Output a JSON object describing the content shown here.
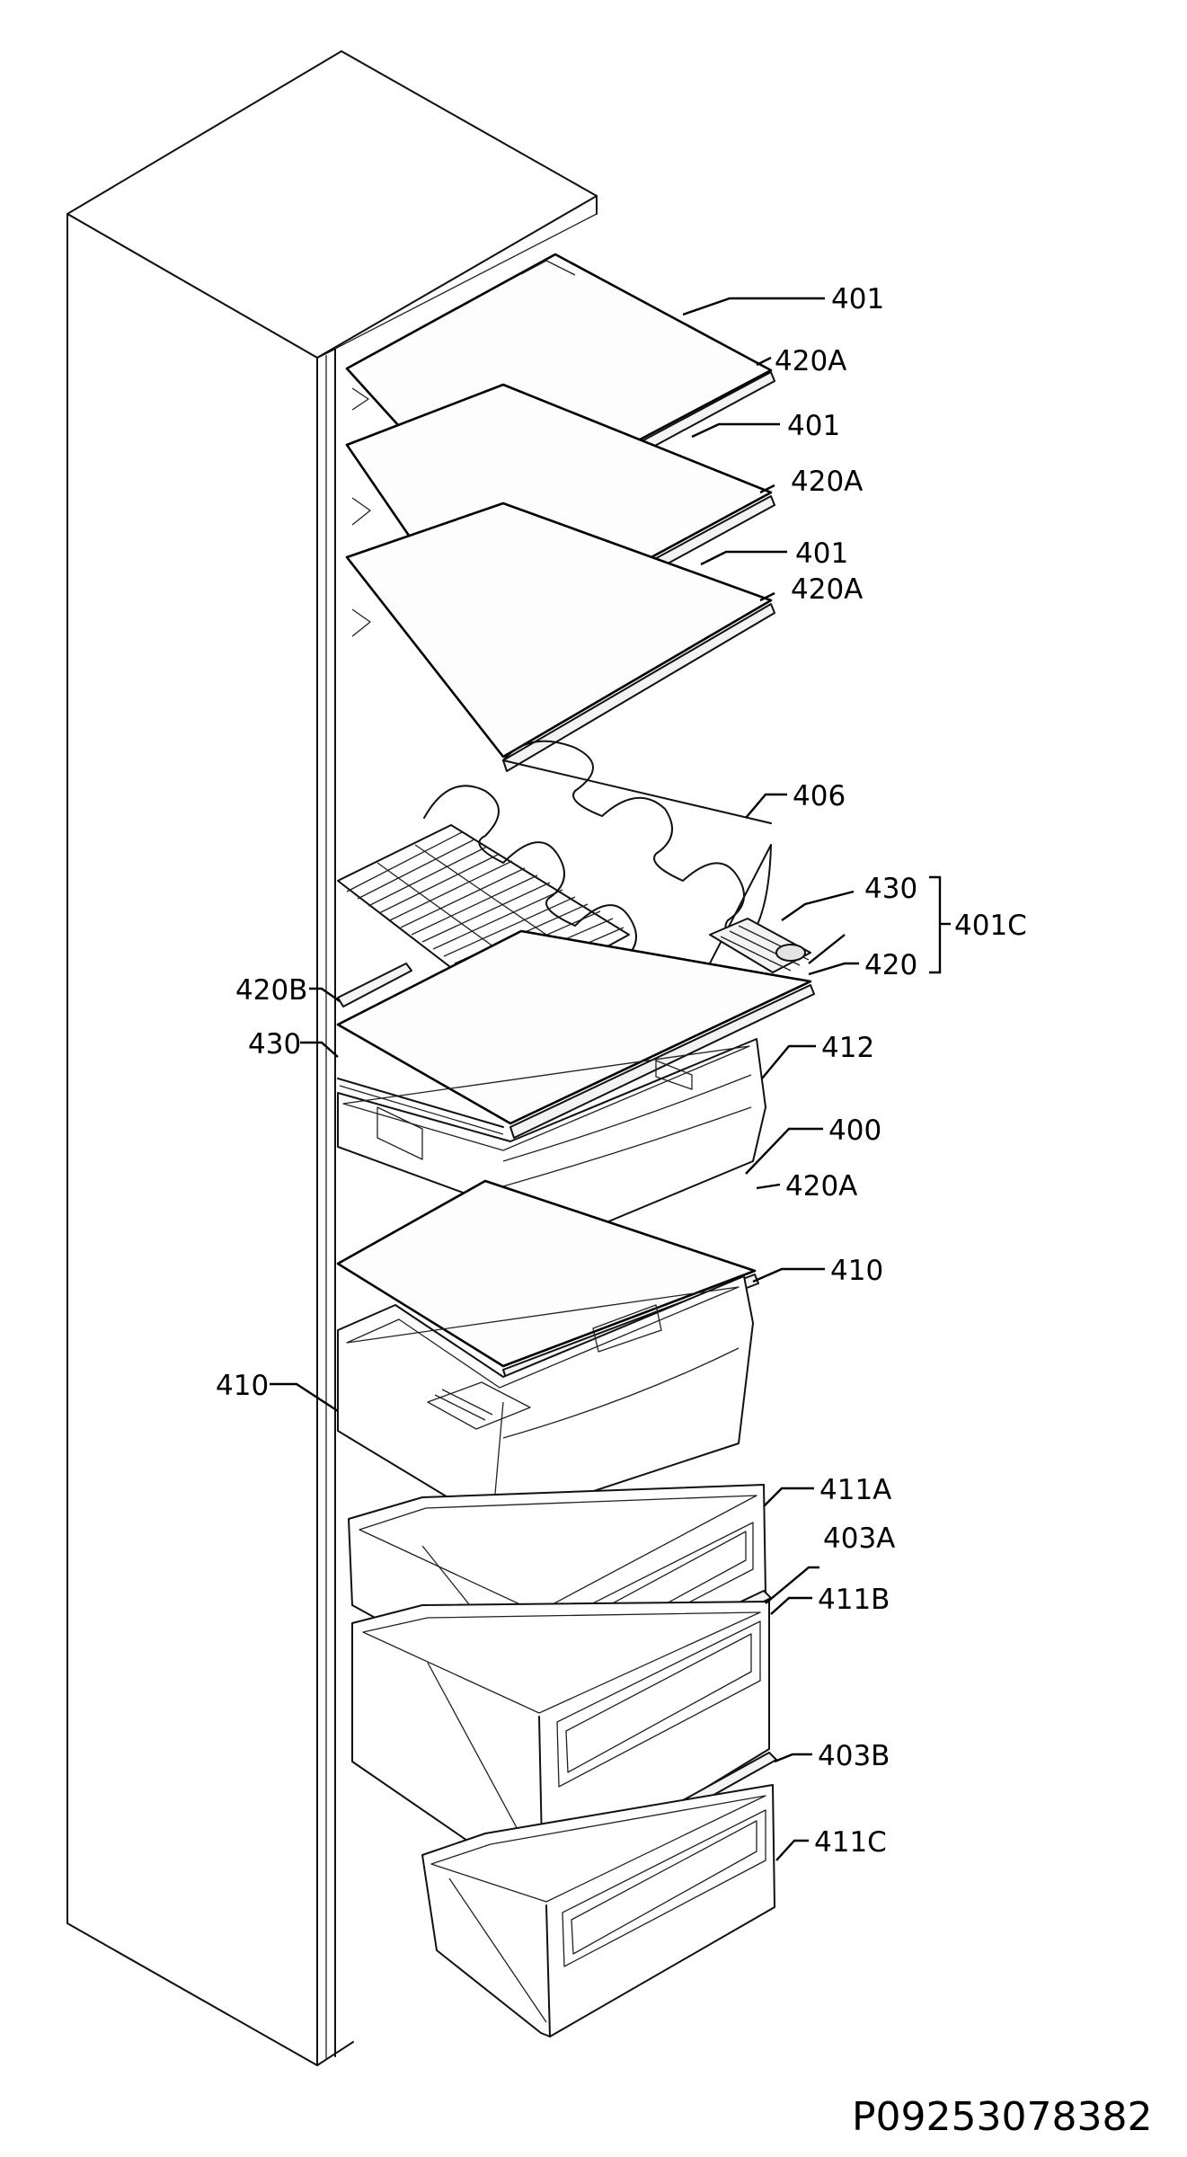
{
  "diagram_code": "P09253078382",
  "callouts": {
    "shelf_1": "401",
    "trim_1": "420A",
    "shelf_2": "401",
    "trim_2": "420A",
    "shelf_3": "401",
    "trim_3": "420A",
    "bottle_rack": "406",
    "cover_430": "430",
    "group_401c": "401C",
    "trim_420": "420",
    "trim_420b": "420B",
    "cover_430_left": "430",
    "crisper_412": "412",
    "shelf_400": "400",
    "trim_420a_4": "420A",
    "crisper_410_right": "410",
    "crisper_410_left": "410",
    "drawer_411a": "411A",
    "front_403a": "403A",
    "drawer_411b": "411B",
    "front_403b": "403B",
    "drawer_411c": "411C"
  }
}
